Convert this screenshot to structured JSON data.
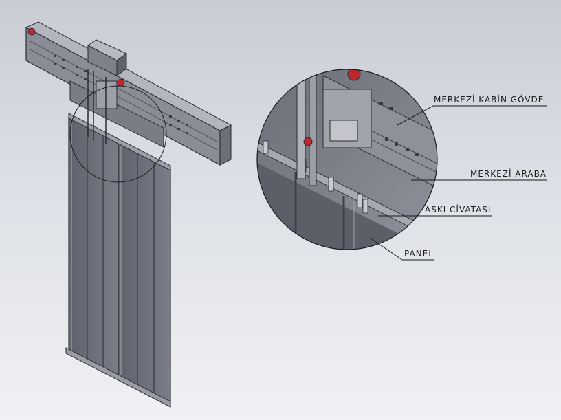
{
  "callouts": [
    {
      "id": "merkezi-kabin-govde",
      "text": "MERKEZİ KABİN GÖVDE"
    },
    {
      "id": "merkezi-araba",
      "text": "MERKEZİ ARABA"
    },
    {
      "id": "aski-civatasi",
      "text": "ASKI CİVATASI"
    },
    {
      "id": "panel",
      "text": "PANEL"
    }
  ],
  "colors": {
    "background_top": "#c9ccd3",
    "background_bottom": "#f0f1f4",
    "panel_fill": "#6d6f7a",
    "frame_fill": "#8a8c96",
    "accent_red": "#c0272d",
    "line": "#1a1a1a"
  }
}
